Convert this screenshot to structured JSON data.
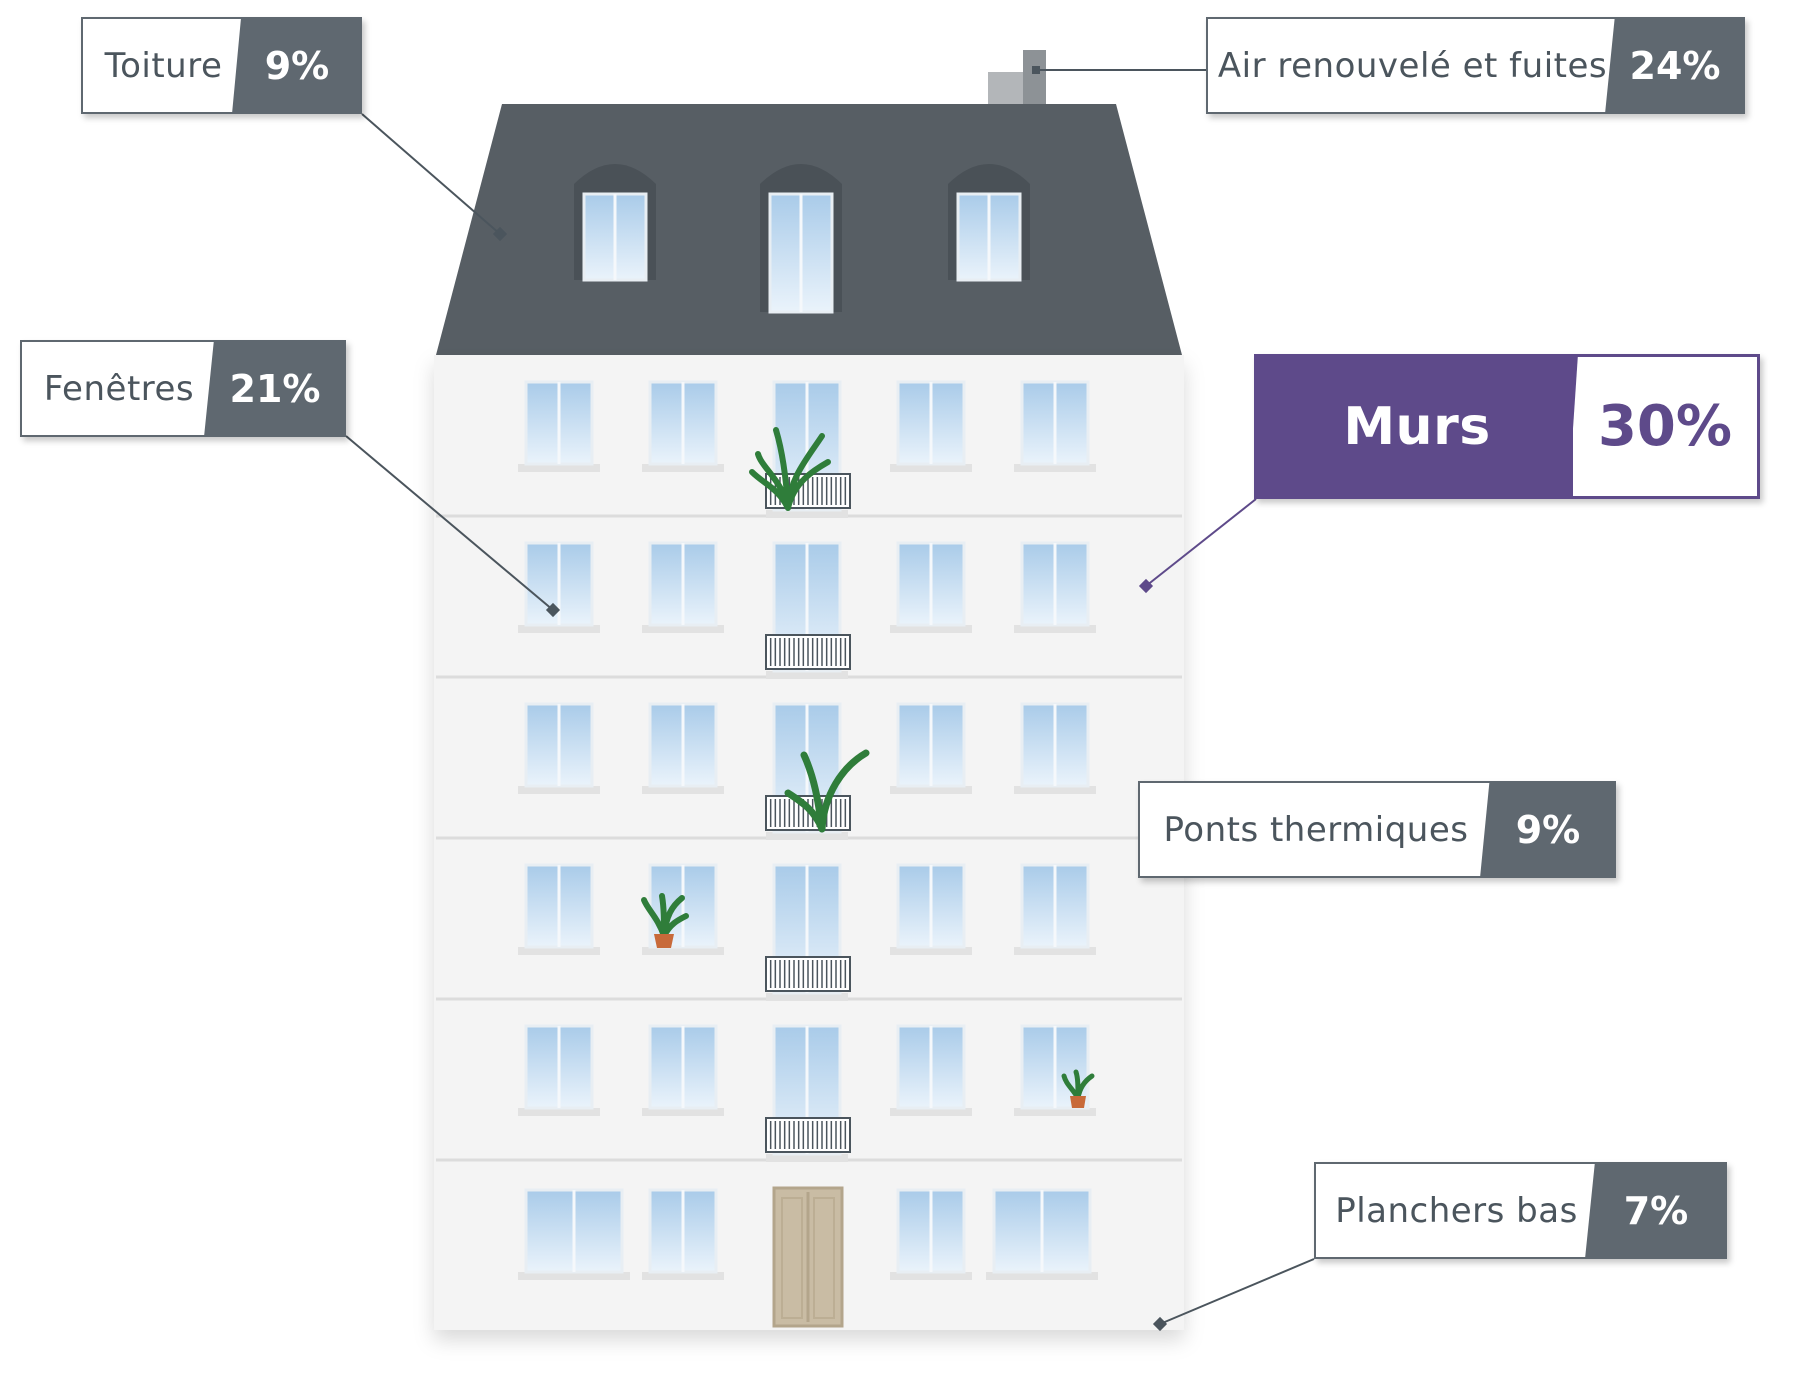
{
  "callouts": {
    "toiture": {
      "label": "Toiture",
      "value": "9%"
    },
    "air": {
      "label": "Air renouvelé et fuites",
      "value": "24%"
    },
    "fenetres": {
      "label": "Fenêtres",
      "value": "21%"
    },
    "murs": {
      "label": "Murs",
      "value": "30%"
    },
    "ponts": {
      "label": "Ponts thermiques",
      "value": "9%"
    },
    "planchers": {
      "label": "Planchers bas",
      "value": "7%"
    }
  },
  "colors": {
    "roof": "#575e64",
    "wall": "#f4f4f4",
    "glass": "#bcd8ef",
    "callout_gray": "#5f6870",
    "accent_purple": "#5e4a8a",
    "door": "#c9bca4",
    "plant": "#2f7d3a",
    "pot": "#c86a3a"
  }
}
